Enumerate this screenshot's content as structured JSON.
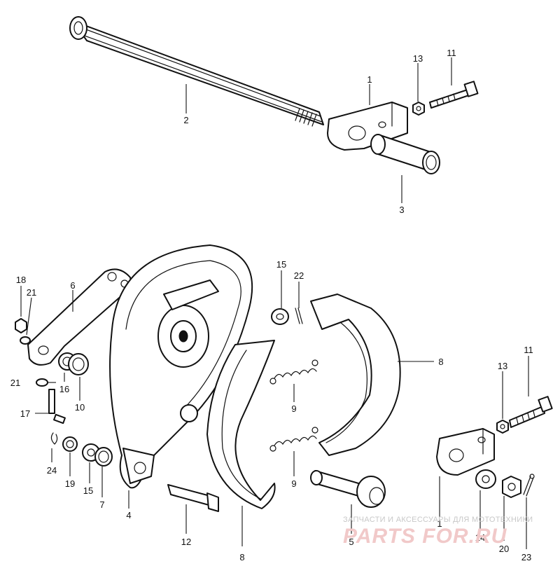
{
  "callouts": [
    {
      "id": "c2",
      "label": "2"
    },
    {
      "id": "c1a",
      "label": "1"
    },
    {
      "id": "c13a",
      "label": "13"
    },
    {
      "id": "c11a",
      "label": "11"
    },
    {
      "id": "c3",
      "label": "3"
    },
    {
      "id": "c18",
      "label": "18"
    },
    {
      "id": "c21a",
      "label": "21"
    },
    {
      "id": "c6",
      "label": "6"
    },
    {
      "id": "c16",
      "label": "16"
    },
    {
      "id": "c10",
      "label": "10"
    },
    {
      "id": "c21b",
      "label": "21"
    },
    {
      "id": "c17",
      "label": "17"
    },
    {
      "id": "c24",
      "label": "24"
    },
    {
      "id": "c19",
      "label": "19"
    },
    {
      "id": "c15a",
      "label": "15"
    },
    {
      "id": "c7",
      "label": "7"
    },
    {
      "id": "c4",
      "label": "4"
    },
    {
      "id": "c12",
      "label": "12"
    },
    {
      "id": "c15b",
      "label": "15"
    },
    {
      "id": "c22",
      "label": "22"
    },
    {
      "id": "c9a",
      "label": "9"
    },
    {
      "id": "c9b",
      "label": "9"
    },
    {
      "id": "c8a",
      "label": "8"
    },
    {
      "id": "c8b",
      "label": "8"
    },
    {
      "id": "c5",
      "label": "5"
    },
    {
      "id": "c13b",
      "label": "13"
    },
    {
      "id": "c11b",
      "label": "11"
    },
    {
      "id": "c1b",
      "label": "1"
    },
    {
      "id": "c14",
      "label": "14"
    },
    {
      "id": "c20",
      "label": "20"
    },
    {
      "id": "c23",
      "label": "23"
    }
  ],
  "watermark": {
    "tagline": "ЗАПЧАСТИ И АКСЕССУАРЫ ДЛЯ МОТОТЕХНИКИ",
    "brand": "PARTS FOR.RU"
  }
}
